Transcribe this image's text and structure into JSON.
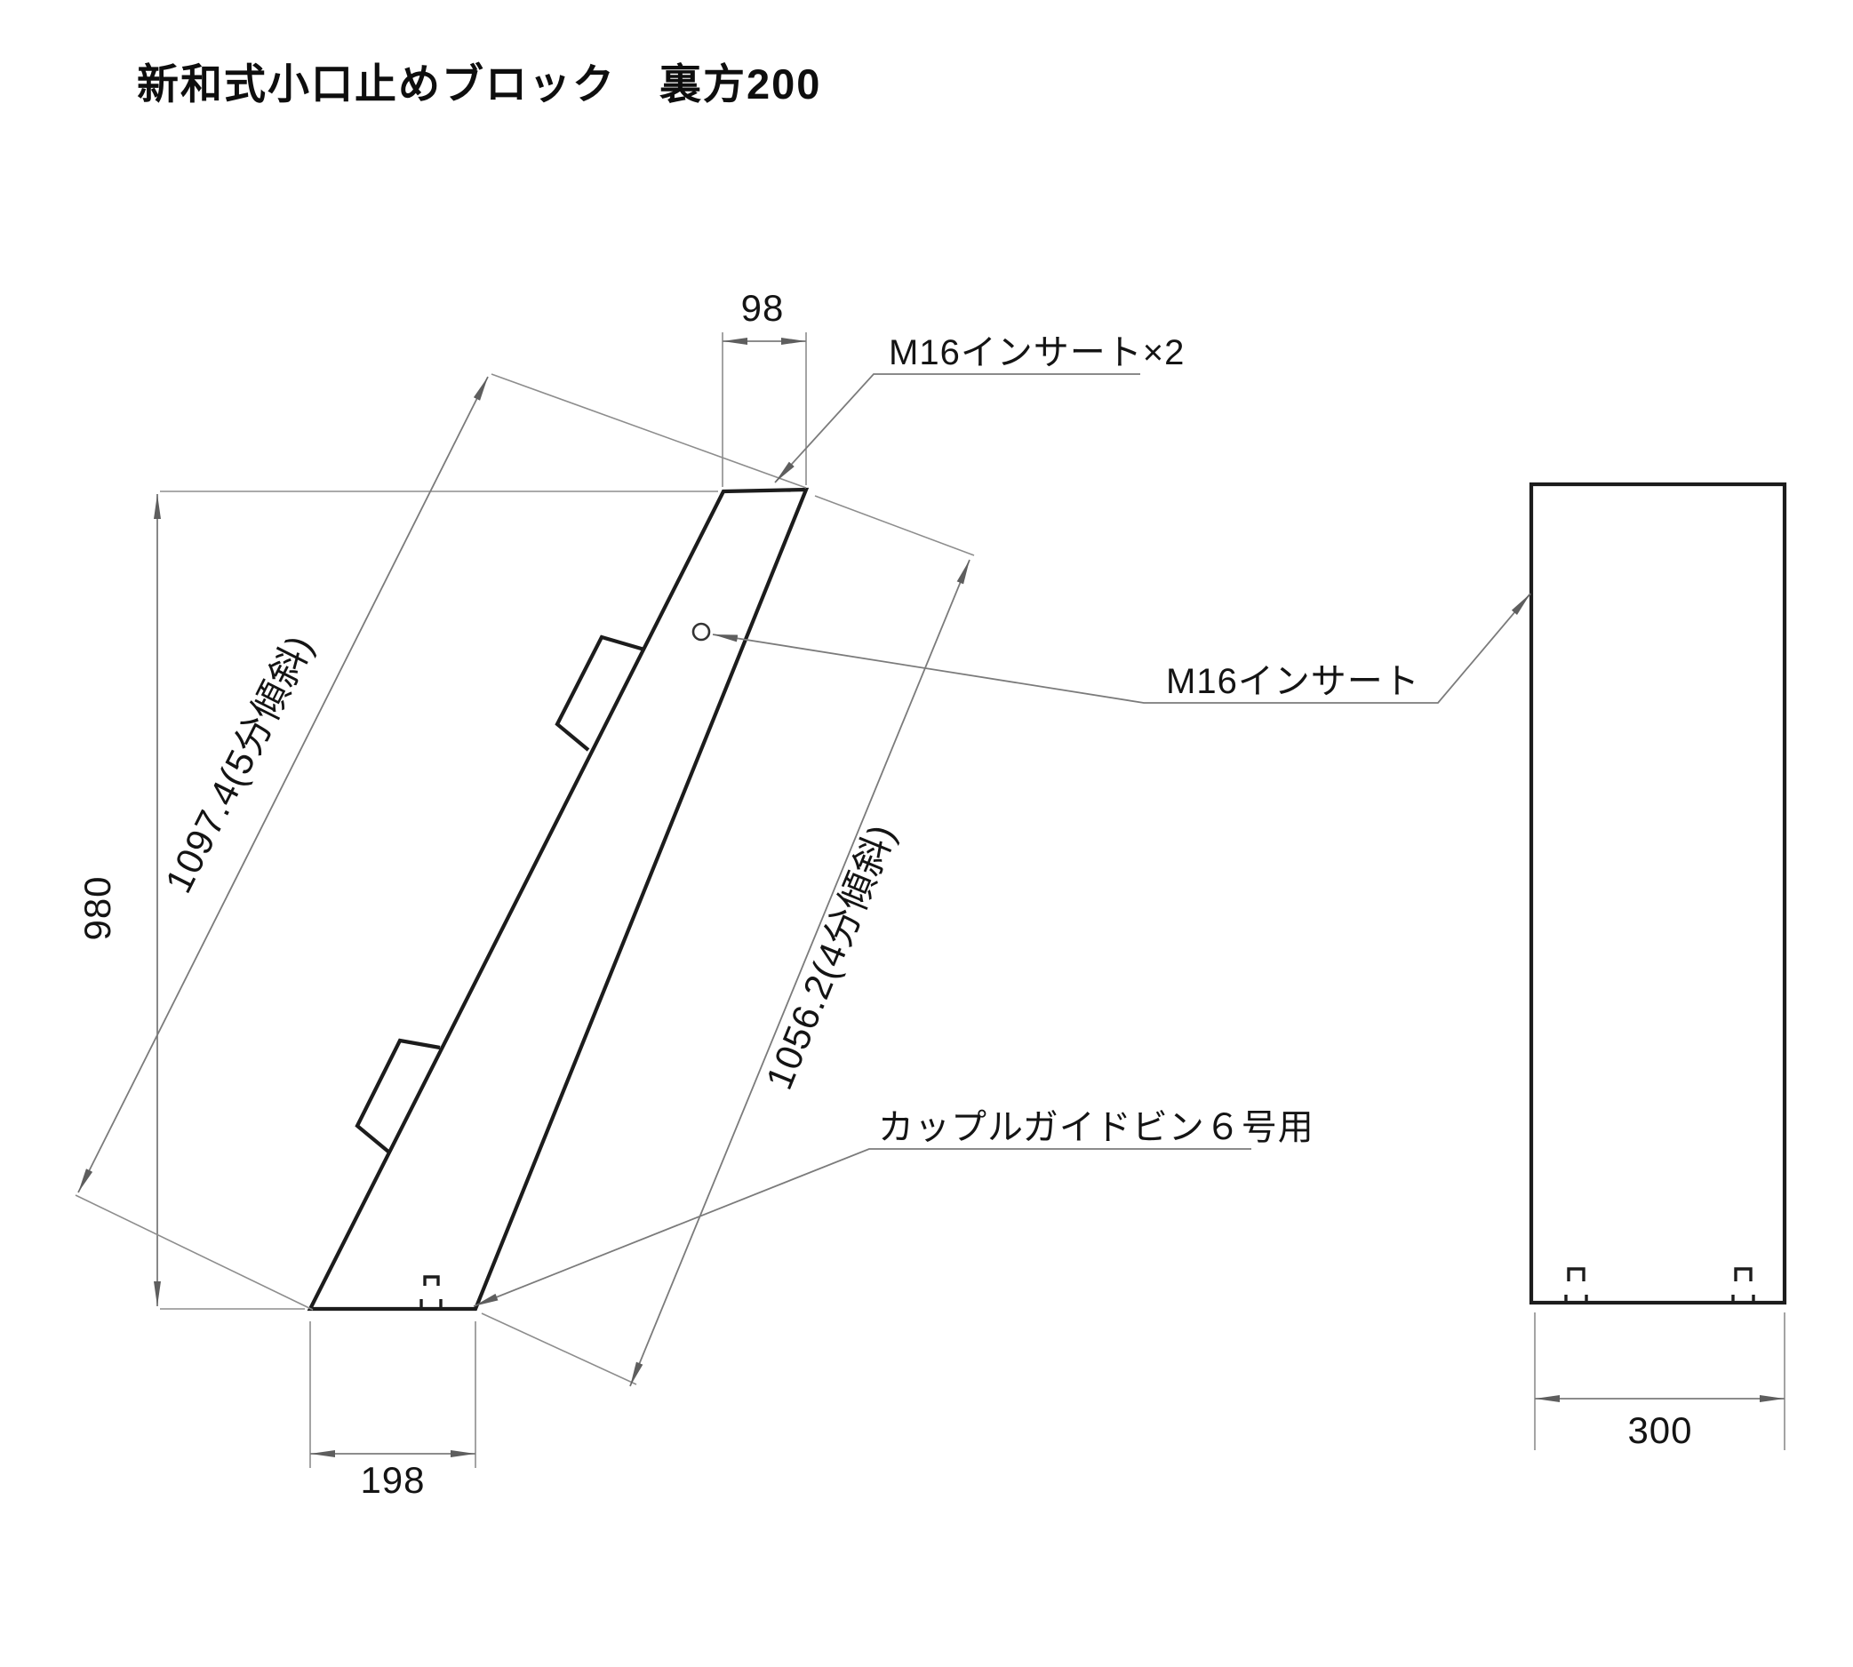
{
  "title": "新和式小口止めブロック　裏方200",
  "dimensions": {
    "top_width": "98",
    "height": "980",
    "left_slant": "1097.4(5分傾斜)",
    "right_slant": "1056.2(4分傾斜)",
    "bottom_width": "198",
    "front_width": "300"
  },
  "labels": {
    "insert_x2": "M16インサート×2",
    "insert": "M16インサート",
    "guide_pin": "カップルガイドビン６号用"
  },
  "colors": {
    "outline": "#1c1c1c",
    "dim_line": "#7b7b7b",
    "text": "#141414",
    "background": "#ffffff"
  }
}
